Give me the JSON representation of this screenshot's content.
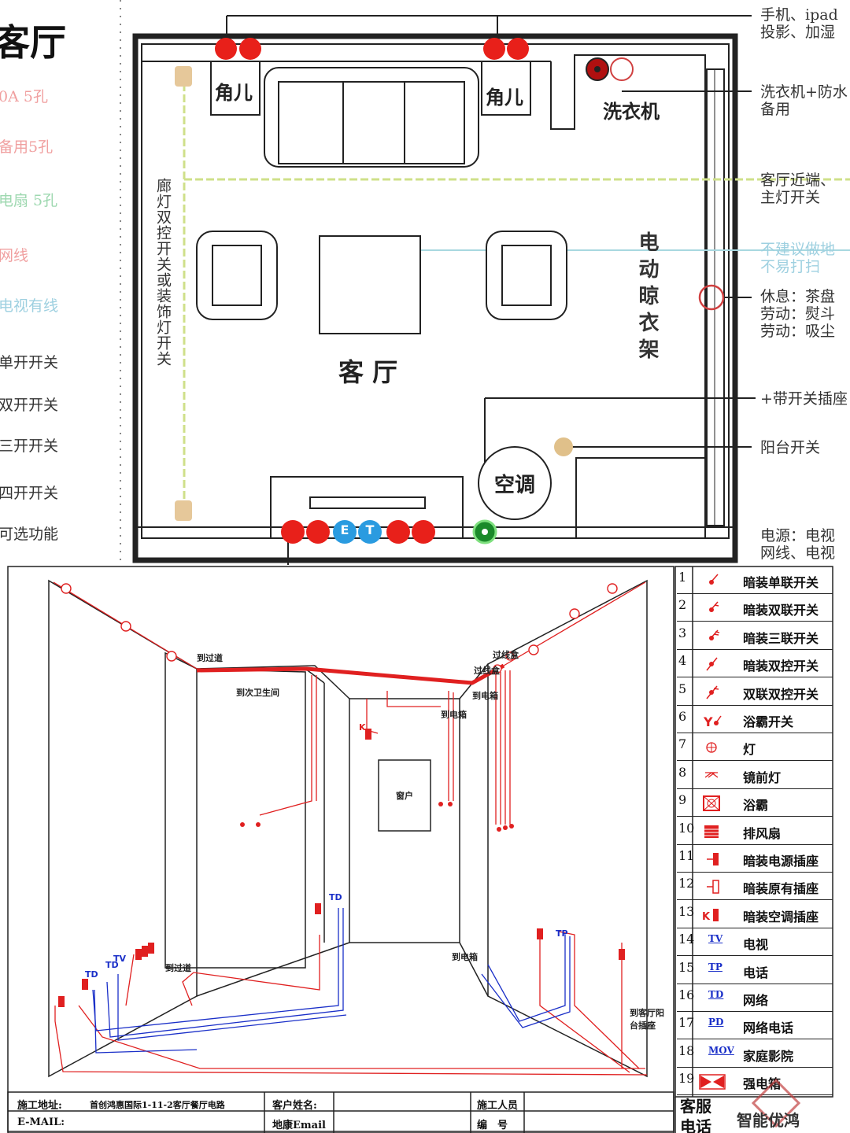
{
  "plan": {
    "room_title": "客厅",
    "left_labels": [
      "0A 5孔",
      "备用5孔",
      "电扇 5孔",
      "网线",
      "电视有线",
      "单开开关",
      "双开开关",
      "三开开关",
      "四开开关",
      "可选功能"
    ],
    "corner_left": "角儿",
    "corner_right": "角儿",
    "washer": "洗衣机",
    "living_room": "客 厅",
    "ac": "空调",
    "vertical_left": "廊灯双控开关或装饰灯开关",
    "vertical_right": "电动晾衣架",
    "socket_e": "E",
    "socket_t": "T",
    "right_labels": [
      "手机、ipad\n投影、加湿",
      "洗衣机+防水\n备用",
      "客厅近端、\n主灯开关",
      "不建议做地\n不易打扫",
      "休息：茶盘\n劳动：熨斗\n劳动：吸尘",
      "+带开关插座",
      "阳台开关",
      "电源：电视\n网线、电视"
    ]
  },
  "schematic": {
    "labels": {
      "to_corridor_top": "到过道",
      "to_bathroom": "到次卫生间",
      "junction1": "过线盒",
      "junction2": "过线盒",
      "to_panel1": "到电箱",
      "to_panel2": "到电箱",
      "window": "窗户",
      "to_corridor_bottom": "到过道",
      "to_panel3": "到电箱",
      "to_balcony": "到客厅阳\n台插座",
      "td1": "TD",
      "td2": "TD",
      "td3": "TD",
      "tv": "TV",
      "tp": "TP",
      "k": "K"
    },
    "legend": [
      {
        "num": "1",
        "icon": "single-switch-icon",
        "text": "暗装单联开关"
      },
      {
        "num": "2",
        "icon": "double-switch-icon",
        "text": "暗装双联开关"
      },
      {
        "num": "3",
        "icon": "triple-switch-icon",
        "text": "暗装三联开关"
      },
      {
        "num": "4",
        "icon": "two-way-switch-icon",
        "text": "暗装双控开关"
      },
      {
        "num": "5",
        "icon": "double-two-way-switch-icon",
        "text": "双联双控开关"
      },
      {
        "num": "6",
        "icon": "bath-heater-switch-icon",
        "text": "浴霸开关"
      },
      {
        "num": "7",
        "icon": "lamp-icon",
        "text": "灯"
      },
      {
        "num": "8",
        "icon": "mirror-light-icon",
        "text": "镜前灯"
      },
      {
        "num": "9",
        "icon": "bath-heater-icon",
        "text": "浴霸"
      },
      {
        "num": "10",
        "icon": "exhaust-fan-icon",
        "text": "排风扇"
      },
      {
        "num": "11",
        "icon": "power-socket-icon",
        "text": "暗装电源插座"
      },
      {
        "num": "12",
        "icon": "existing-socket-icon",
        "text": "暗装原有插座"
      },
      {
        "num": "13",
        "icon": "ac-socket-icon",
        "text": "暗装空调插座"
      },
      {
        "num": "14",
        "icon": "tv-socket-icon",
        "sym": "TV",
        "text": "电视"
      },
      {
        "num": "15",
        "icon": "phone-socket-icon",
        "sym": "TP",
        "text": "电话"
      },
      {
        "num": "16",
        "icon": "network-socket-icon",
        "sym": "TD",
        "text": "网络"
      },
      {
        "num": "17",
        "icon": "net-phone-socket-icon",
        "sym": "PD",
        "text": "网络电话"
      },
      {
        "num": "18",
        "icon": "home-theater-icon",
        "sym": "MOV",
        "text": "家庭影院"
      },
      {
        "num": "19",
        "icon": "distribution-box-icon",
        "text": "强电箱"
      }
    ],
    "footer": {
      "site_address_label": "施工地址:",
      "site_address_value": "首创鸿惠国际1-11-2客厅餐厅电路",
      "email_label": "E-MAIL:",
      "client_label": "客户姓名:",
      "client_value": "地康Email",
      "crew_label": "施工人员",
      "number_label": "编　号",
      "service_label": "客服",
      "phone_label": "电话",
      "watermark": "智能优鸿"
    }
  },
  "colors": {
    "red": "#e02020",
    "blue": "#1a2fc8",
    "line": "#222222"
  }
}
